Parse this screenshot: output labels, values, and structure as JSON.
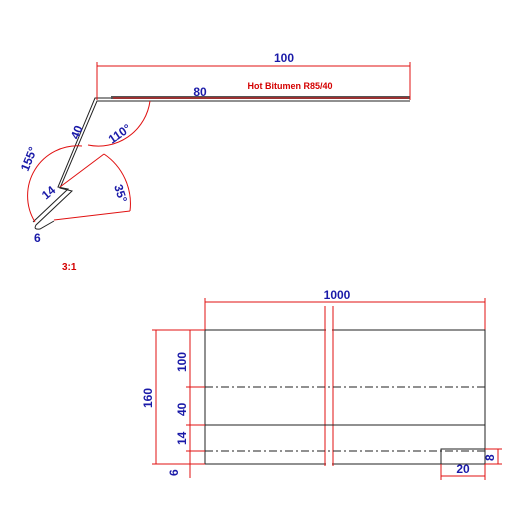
{
  "profile": {
    "dim_top": "100",
    "dim_inner": "80",
    "material": "Hot Bitumen R85/40",
    "angle_110": "110°",
    "angle_155": "155°",
    "angle_35": "35°",
    "dim_40": "40",
    "dim_14": "14",
    "dim_6": "6",
    "scale": "3:1"
  },
  "plan": {
    "dim_width": "1000",
    "dim_total": "160",
    "seg_100": "100",
    "seg_40": "40",
    "seg_14": "14",
    "seg_6": "6",
    "notch_w": "20",
    "notch_h": "8"
  },
  "colors": {
    "dimension_line": "#e01010",
    "dimension_text": "#1a1aa8",
    "part_line": "#222222"
  }
}
